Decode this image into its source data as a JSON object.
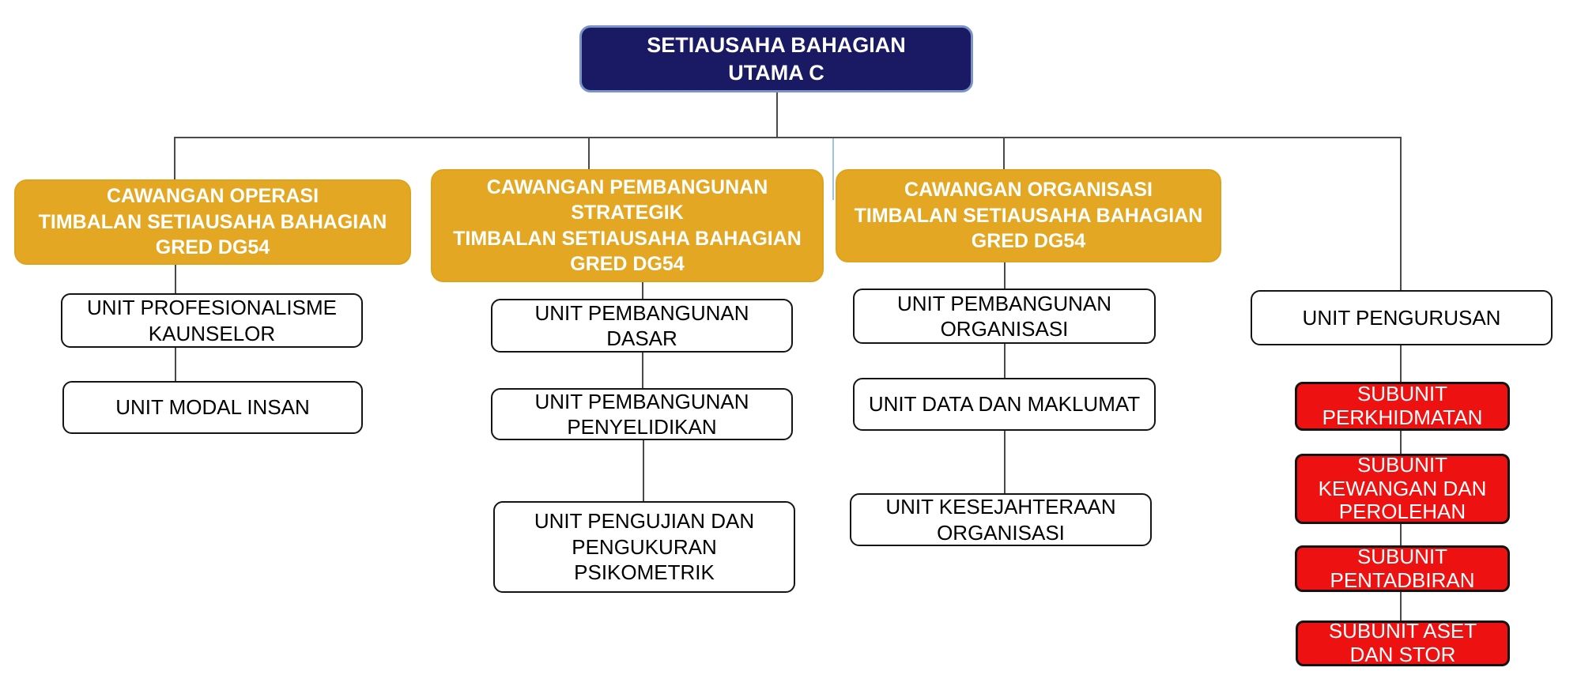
{
  "top_box": {
    "label": "SETIAUSAHA BAHAGIAN\nUTAMA C"
  },
  "branches": [
    {
      "label": "CAWANGAN OPERASI\nTIMBALAN SETIAUSAHA BAHAGIAN\nGRED DG54",
      "units": [
        "UNIT PROFESIONALISME\nKAUNSELOR",
        "UNIT MODAL INSAN"
      ]
    },
    {
      "label": "CAWANGAN PEMBANGUNAN\nSTRATEGIK\nTIMBALAN SETIAUSAHA BAHAGIAN\nGRED DG54",
      "units": [
        "UNIT PEMBANGUNAN\nDASAR",
        "UNIT PEMBANGUNAN\nPENYELIDIKAN",
        "UNIT PENGUJIAN DAN\nPENGUKURAN\nPSIKOMETRIK"
      ]
    },
    {
      "label": "CAWANGAN ORGANISASI\nTIMBALAN SETIAUSAHA BAHAGIAN\nGRED DG54",
      "units": [
        "UNIT PEMBANGUNAN\nORGANISASI",
        "UNIT DATA DAN MAKLUMAT",
        "UNIT KESEJAHTERAAN\nORGANISASI"
      ]
    }
  ],
  "management_column": {
    "unit": "UNIT PENGURUSAN",
    "subunits": [
      "SUBUNIT\nPERKHIDMATAN",
      "SUBUNIT\nKEWANGAN DAN\nPEROLEHAN",
      "SUBUNIT\nPENTADBIRAN",
      "SUBUNIT ASET\nDAN STOR"
    ]
  },
  "colors": {
    "top_box_fill": "#191964",
    "top_box_border": "#7a93c8",
    "branch_fill": "#e3a723",
    "subunit_fill": "#ee1111",
    "unit_fill": "#ffffff",
    "unit_border": "#141414",
    "connector": "#4a4a4a",
    "stray_line": "#9dc3e6"
  }
}
